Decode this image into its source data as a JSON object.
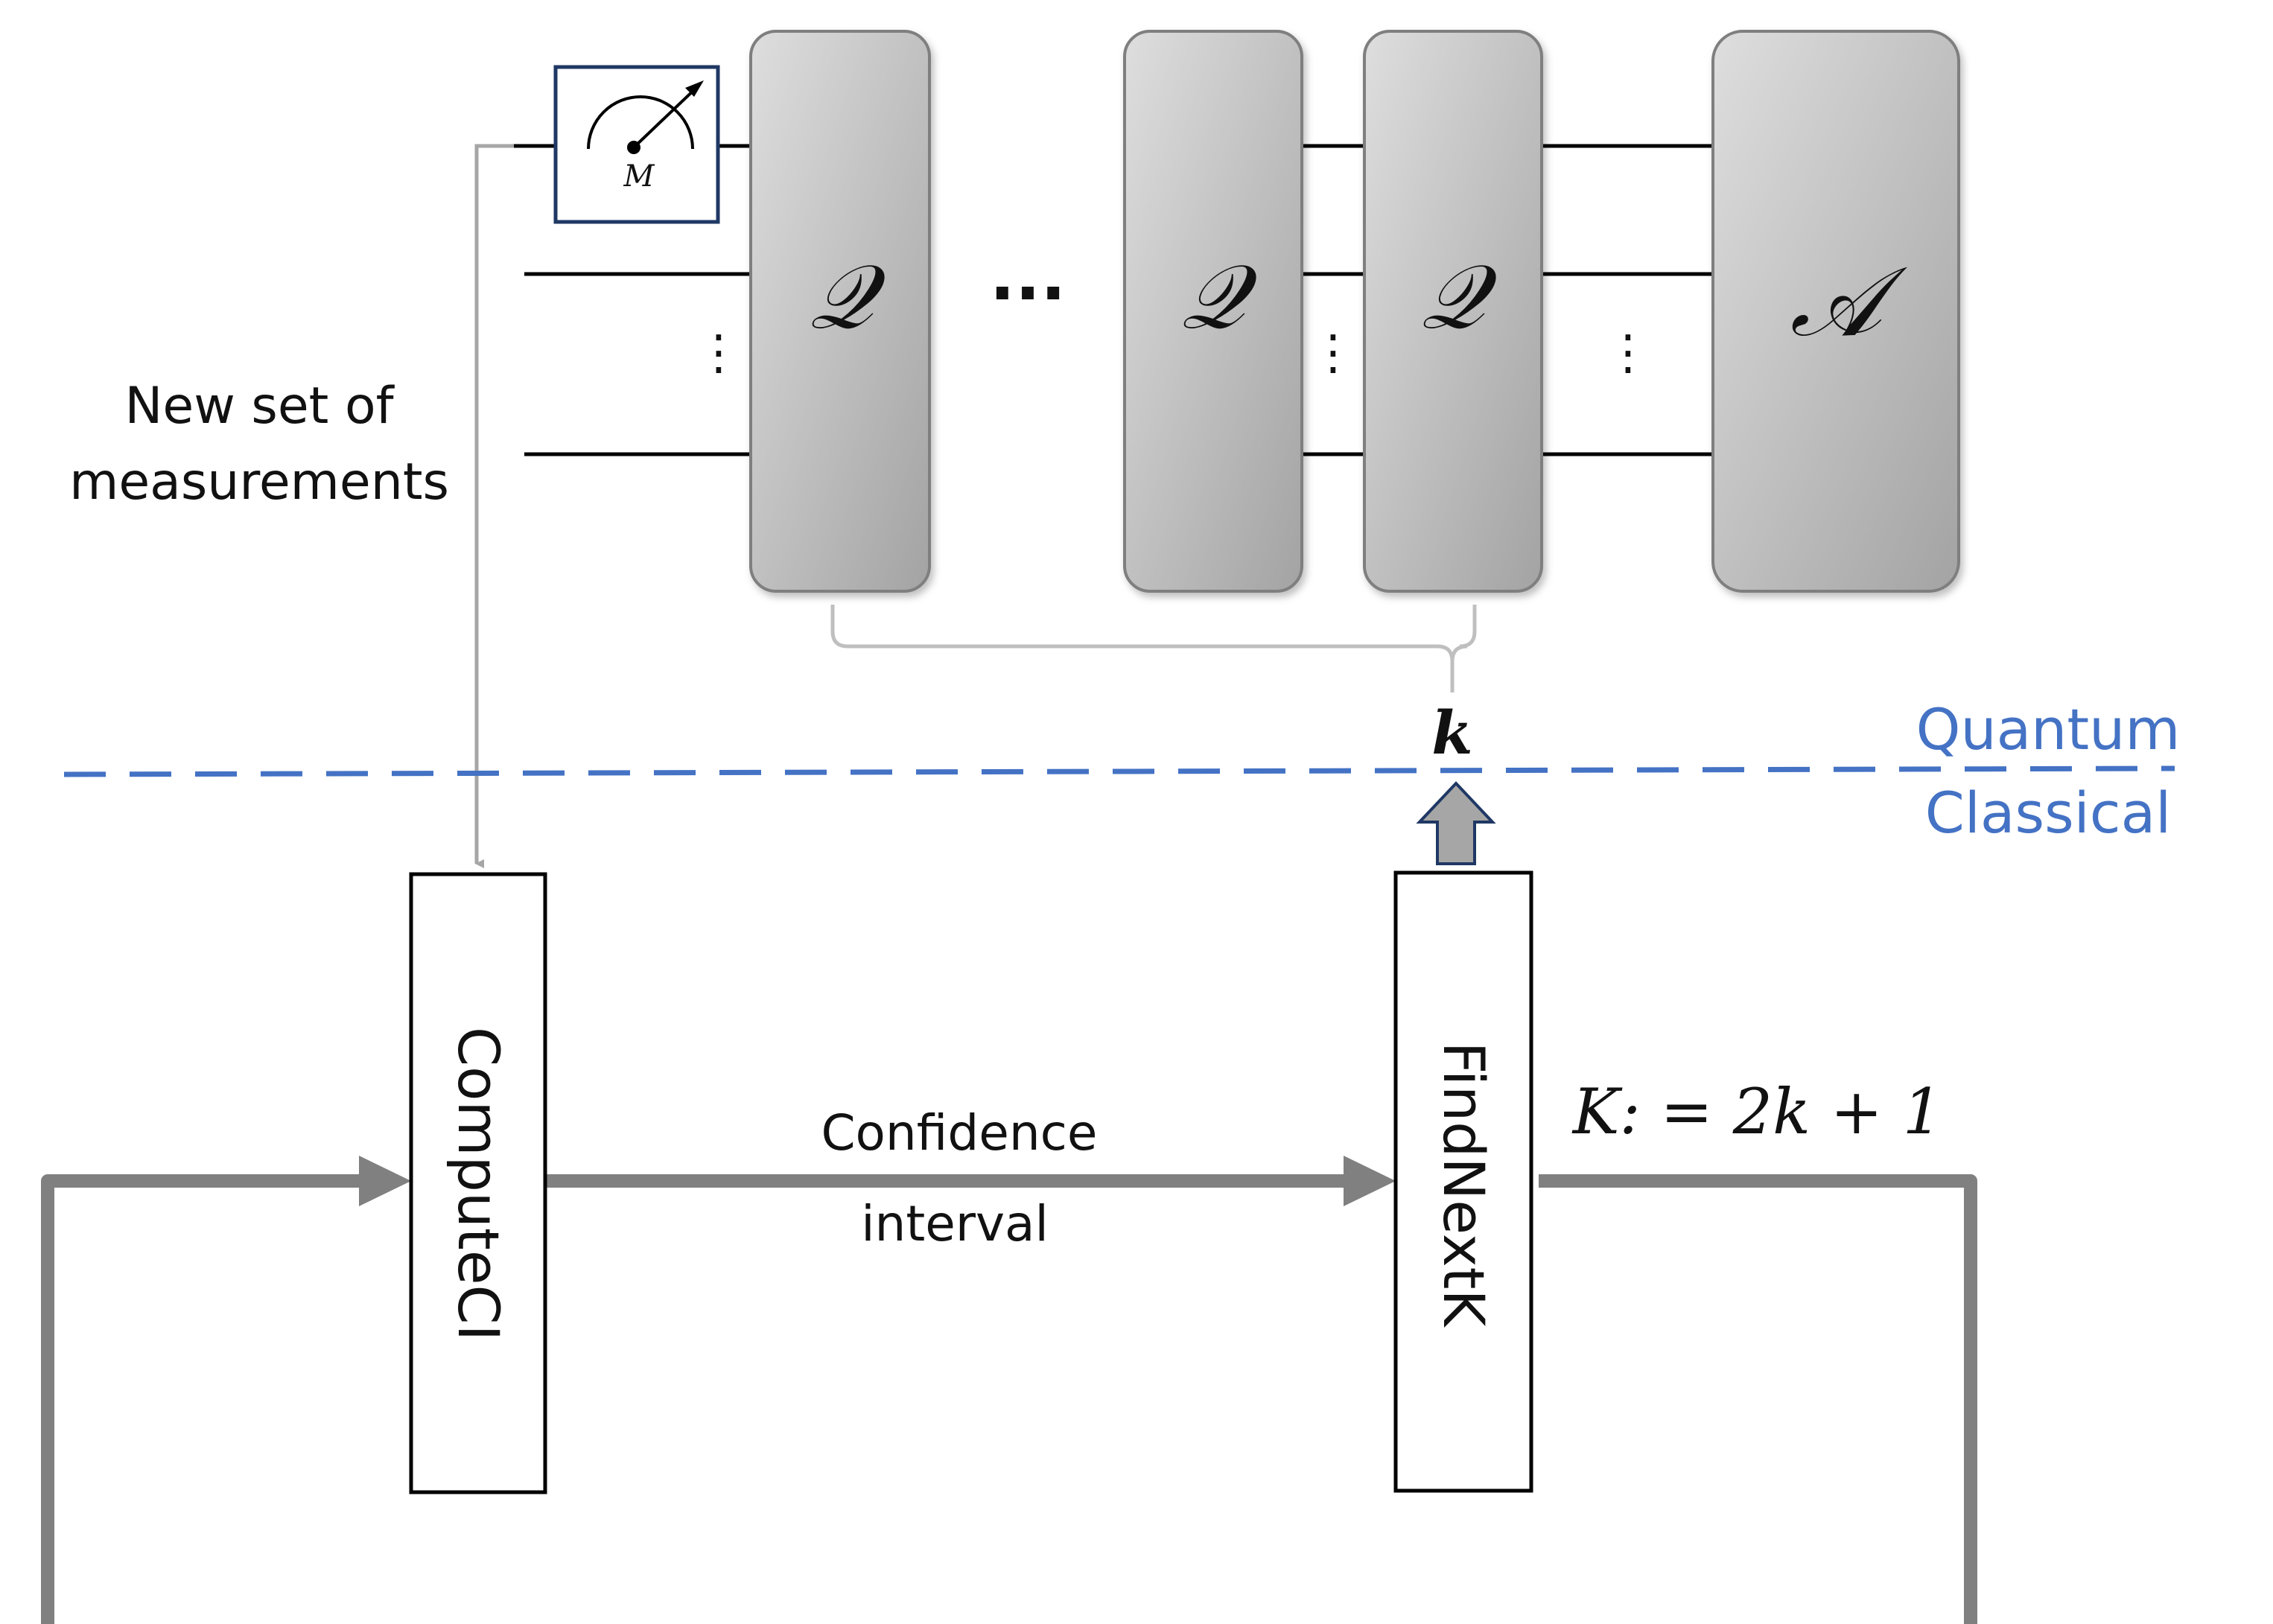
{
  "operators": {
    "q_label": "𝒬",
    "a_label": "𝒜",
    "dots": "···",
    "vdots": "⋮"
  },
  "measurement": {
    "label": "M"
  },
  "labels": {
    "new_measurements_line1": "New set of",
    "new_measurements_line2": "measurements",
    "k": "k",
    "confidence_line1": "Confidence",
    "confidence_line2": "interval",
    "recurrence": "K: = 2k + 1"
  },
  "domains": {
    "quantum": "Quantum",
    "classical": "Classical"
  },
  "blocks": {
    "compute_ci": "ComputeCI",
    "find_next_k": "FindNextK"
  },
  "colors": {
    "divider": "#4472c4",
    "gate_fill_top": "#d9d9d9",
    "gate_fill_bottom": "#a6a6a6",
    "gate_stroke": "#7f7f7f",
    "flow": "#808080",
    "feedback": "#a6a6a6",
    "wire": "#000000",
    "meter_stroke": "#1f3864"
  }
}
